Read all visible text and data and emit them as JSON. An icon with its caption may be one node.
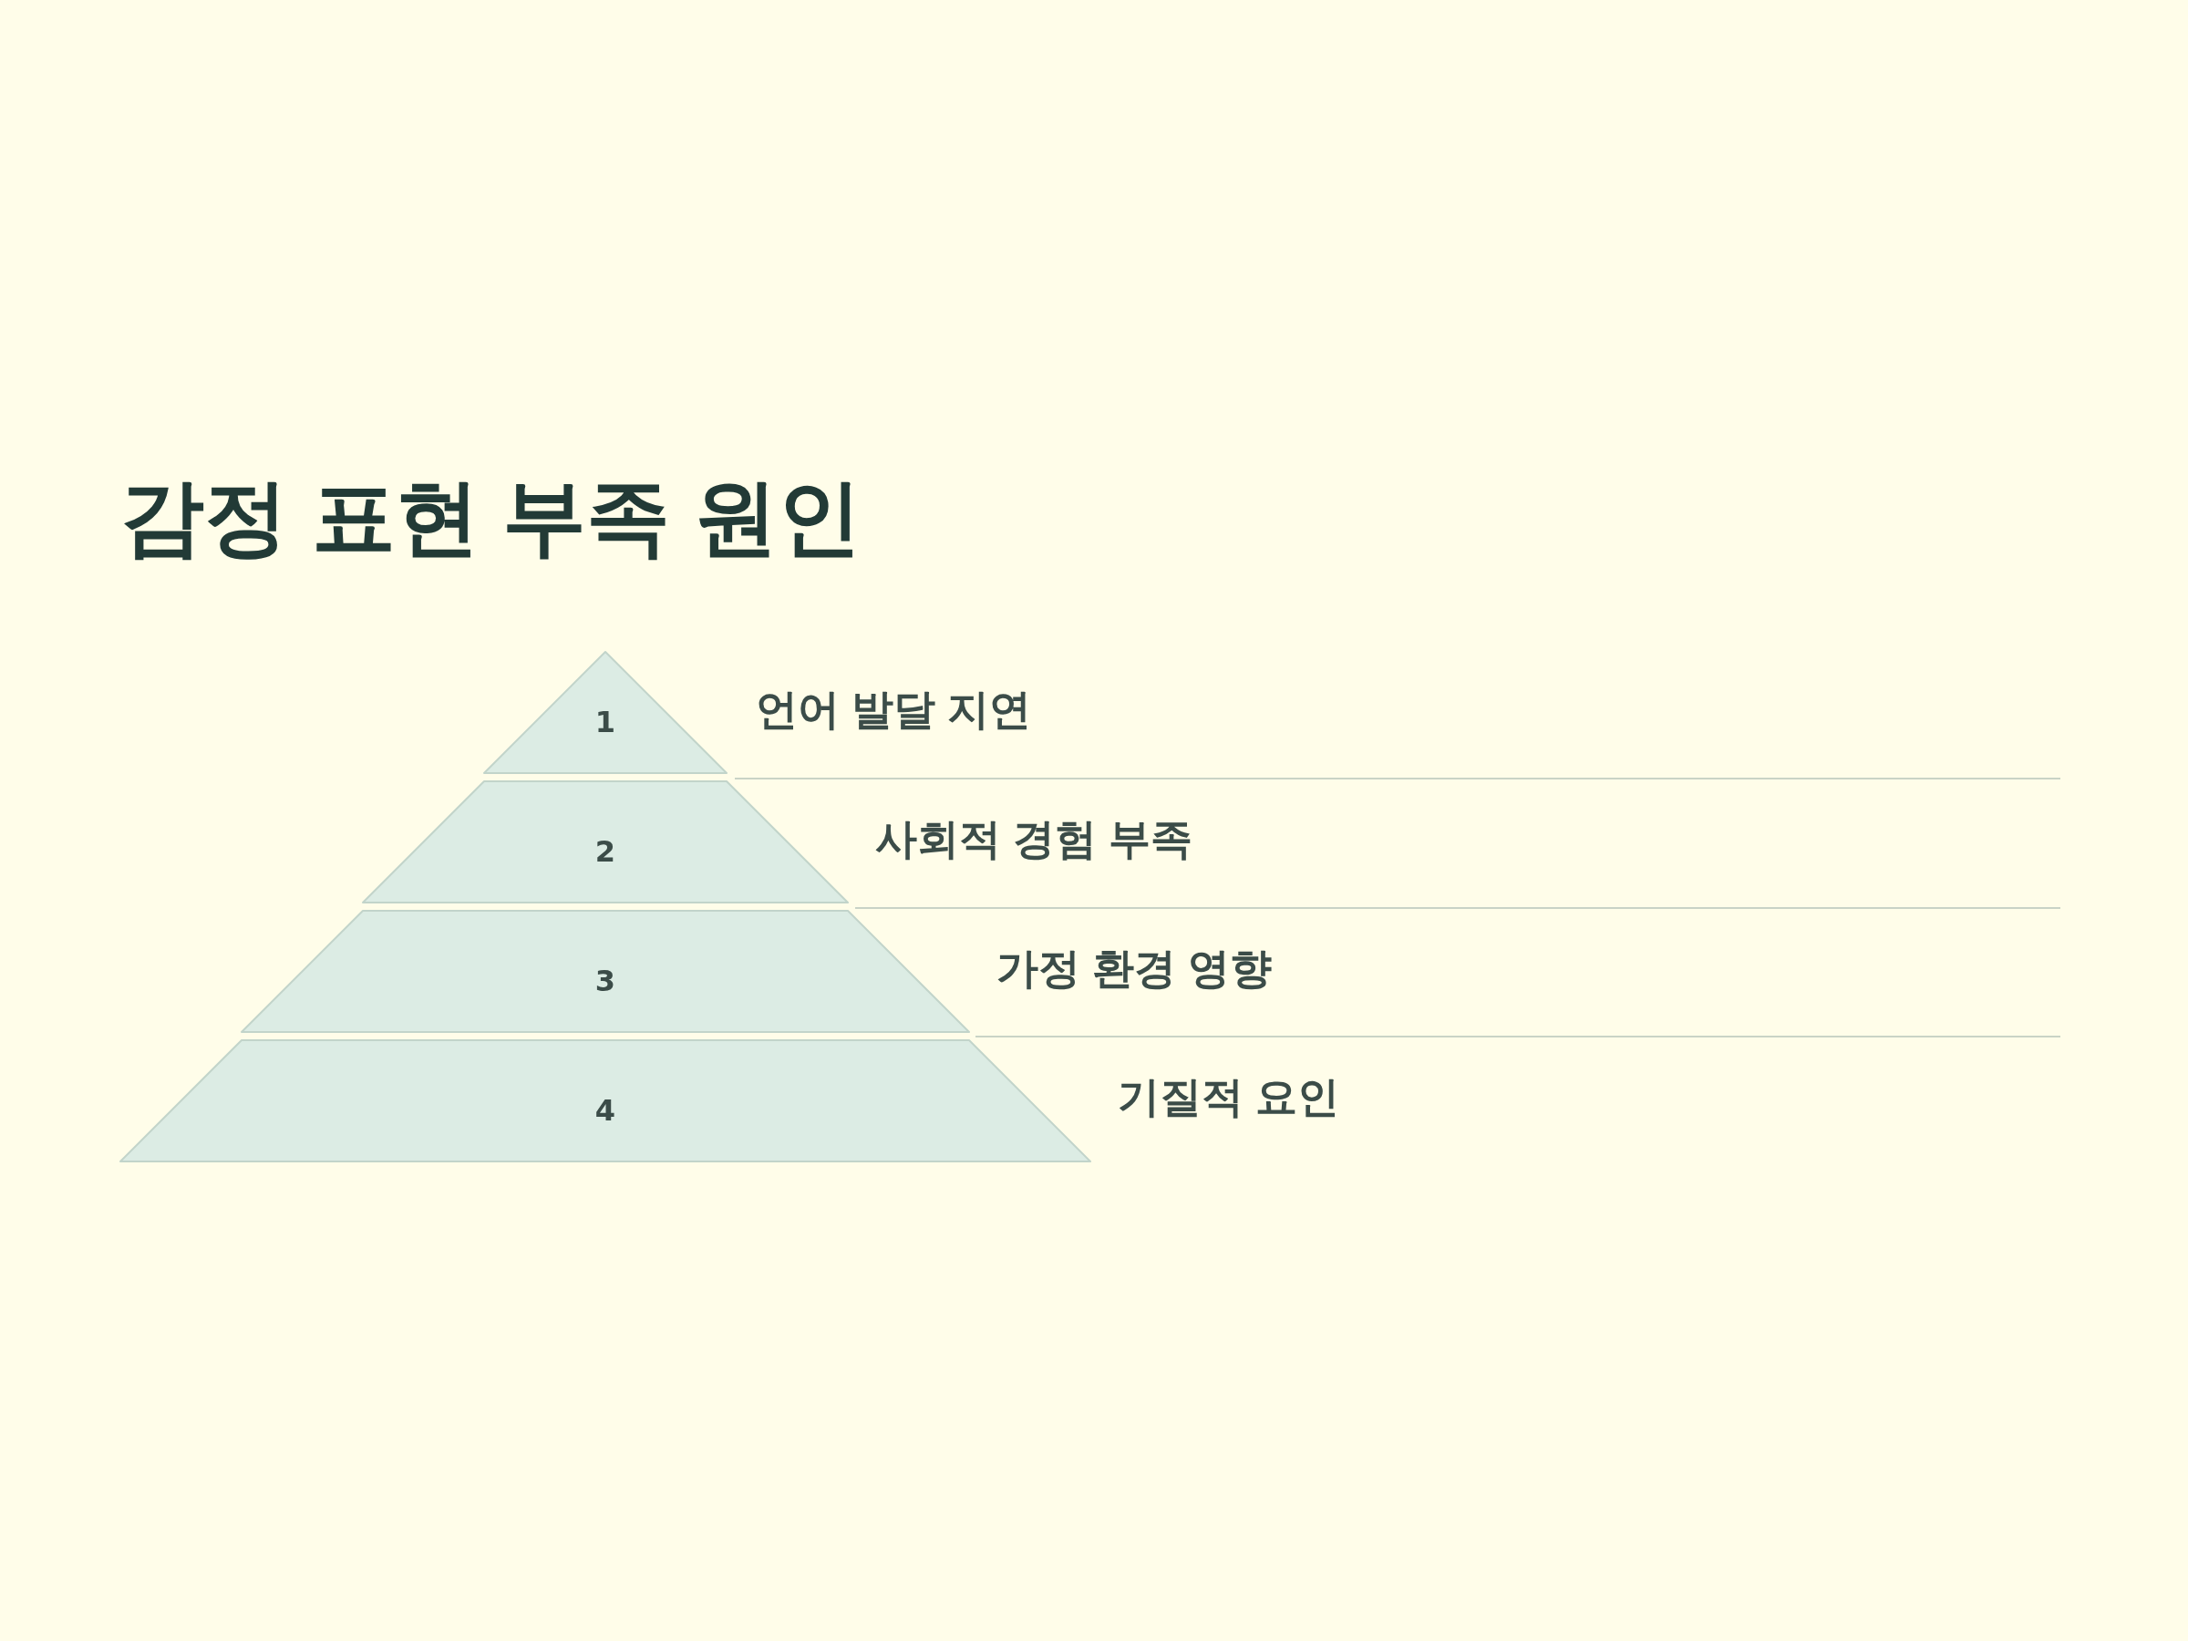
{
  "diagram": {
    "title": "감정 표현 부족 원인",
    "nodes": [
      {
        "text": [
          "1"
        ],
        "beside": [
          "언어 발달 지연"
        ]
      },
      {
        "text": [
          "2"
        ],
        "beside": [
          "사회적 경험 부족"
        ]
      },
      {
        "text": [
          "3"
        ],
        "beside": [
          "가정 환경 영향"
        ]
      },
      {
        "text": [
          "4"
        ],
        "beside": [
          "기질적 요인"
        ]
      }
    ],
    "edges": []
  }
}
